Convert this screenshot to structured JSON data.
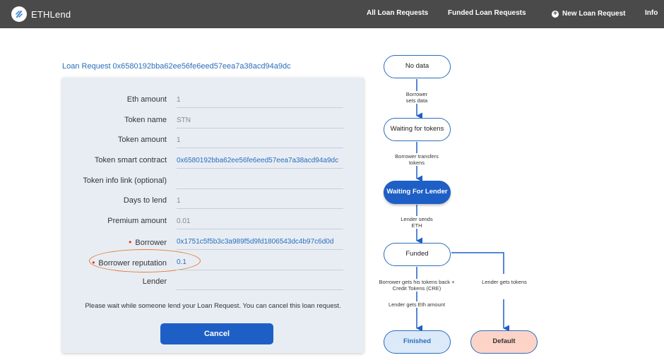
{
  "header": {
    "brand": "ETHLend",
    "nav": {
      "all_loan_requests": "All Loan Requests",
      "funded_loan_requests": "Funded Loan Requests",
      "new_loan_request": "New Loan Request",
      "info": "Info"
    }
  },
  "request": {
    "title": "Loan Request 0x6580192bba62ee56fe6eed57eea7a38acd94a9dc"
  },
  "form": {
    "fields": [
      {
        "label": "Eth amount",
        "value": "1",
        "style": "gray",
        "required": false
      },
      {
        "label": "Token name",
        "value": "STN",
        "style": "gray",
        "required": false
      },
      {
        "label": "Token amount",
        "value": "1",
        "style": "gray",
        "required": false
      },
      {
        "label": "Token smart contract",
        "value": "0x6580192bba62ee56fe6eed57eea7a38acd94a9dc",
        "style": "blue",
        "required": false
      },
      {
        "label": "Token info link (optional)",
        "value": "",
        "style": "gray",
        "required": false
      },
      {
        "label": "Days to lend",
        "value": "1",
        "style": "gray",
        "required": false
      },
      {
        "label": "Premium amount",
        "value": "0.01",
        "style": "gray",
        "required": false
      },
      {
        "label": "Borrower",
        "value": "0x1751c5f5b3c3a989f5d9fd1806543dc4b97c6d0d",
        "style": "blue",
        "required": true
      },
      {
        "label": "Borrower reputation",
        "value": "0.1",
        "style": "blue",
        "required": true
      },
      {
        "label": "Lender",
        "value": "",
        "style": "gray",
        "required": false
      }
    ],
    "wait_message": "Please wait while someone lend your Loan Request. You can cancel this loan request.",
    "cancel_label": "Cancel"
  },
  "flow": {
    "nodes": {
      "no_data": "No data",
      "waiting_tokens": "Waiting for tokens",
      "waiting_lender": "Waiting For Lender",
      "funded": "Funded",
      "finished": "Finished",
      "default": "Default"
    },
    "labels": {
      "borrower_sets_data": [
        "Borrower",
        "sets data"
      ],
      "borrower_transfers": [
        "Borrower transfers",
        "tokens"
      ],
      "lender_sends": [
        "Lender sends",
        "ETH"
      ],
      "borrower_gets_back": [
        "Borrower gets his tokens back +",
        "Credit Tokens (CRE)"
      ],
      "lender_gets_eth": "Lender gets Eth amount",
      "lender_gets_tokens": "Lender gets tokens"
    }
  },
  "colors": {
    "topbar": "#4a4a4a",
    "accent": "#1e5fc6",
    "link": "#2a6ebb",
    "highlight": "#e57b34",
    "required_dot": "#e0331f",
    "default_node": "#fdd3c8",
    "finished_node": "#dce9f9"
  }
}
